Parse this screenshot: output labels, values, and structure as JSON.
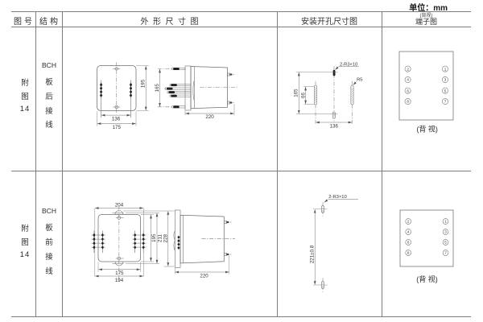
{
  "unit_label": "单位：mm",
  "table": {
    "headers": {
      "figure": "图号",
      "structure": "结构",
      "outline": "外形尺寸图",
      "install": "安装开孔尺寸图",
      "terminal": "端子图",
      "terminal_note": "(背视)"
    },
    "rows": [
      {
        "figure_no": [
          "附",
          "图",
          "14"
        ],
        "structure": [
          "BCH",
          "板",
          "后",
          "接",
          "线"
        ],
        "outline": {
          "front_height": "195",
          "terminal_span": "136",
          "front_width": "175",
          "side_height": "165",
          "depth": "220"
        },
        "install": {
          "height": "165",
          "slot_length": "66",
          "span": "136",
          "holes_label": "2-R3×10",
          "radius_label": "R5"
        },
        "terminal": {
          "left": [
            "2",
            "4",
            "6",
            "8"
          ],
          "right": [
            "1",
            "3",
            "5",
            "7"
          ],
          "caption": "(背 视)"
        }
      },
      {
        "figure_no": [
          "附",
          "图",
          "14"
        ],
        "structure": [
          "BCH",
          "板",
          "前",
          "接",
          "线"
        ],
        "outline": {
          "overall_width": "204",
          "cover_height": "195",
          "plate_height": "211",
          "overall_height": "228",
          "cover_width": "175",
          "plate_width": "194",
          "depth": "220"
        },
        "install": {
          "hole_spacing": "221±0.8",
          "holes_label": "2-R3×10"
        },
        "terminal": {
          "left": [
            "2",
            "4",
            "6",
            "8"
          ],
          "right": [
            "1",
            "3",
            "5",
            "7"
          ],
          "caption": "(背 视)"
        }
      }
    ]
  }
}
